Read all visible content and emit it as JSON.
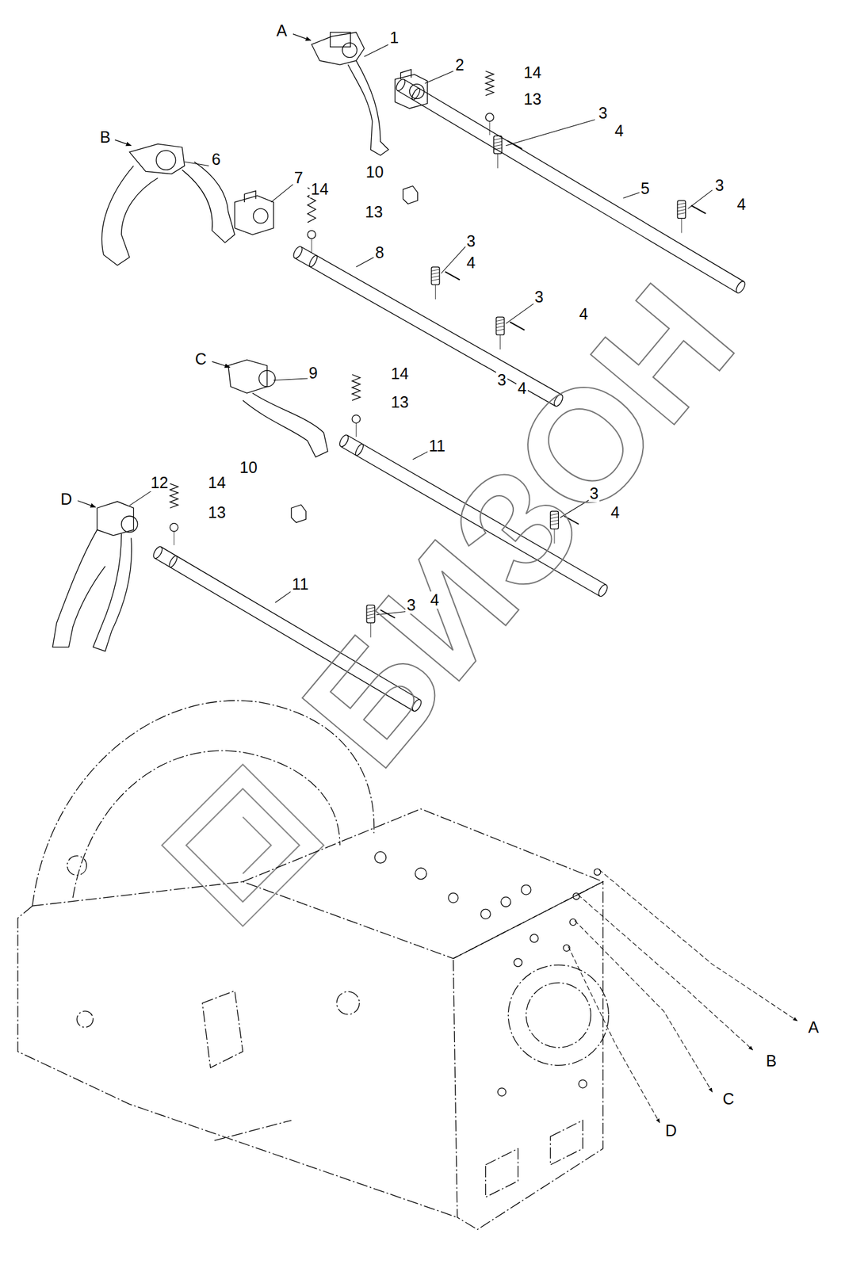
{
  "diagram": {
    "labels": [
      "A",
      "1",
      "2",
      "14",
      "13",
      "3",
      "4",
      "B",
      "6",
      "7",
      "14",
      "10",
      "13",
      "3",
      "4",
      "5",
      "3",
      "4",
      "8",
      "3",
      "4",
      "3",
      "4",
      "C",
      "9",
      "14",
      "13",
      "11",
      "10",
      "3",
      "4",
      "12",
      "14",
      "D",
      "13",
      "11",
      "3",
      "4",
      "A",
      "B",
      "C",
      "D",
      "БИЗОН"
    ]
  }
}
